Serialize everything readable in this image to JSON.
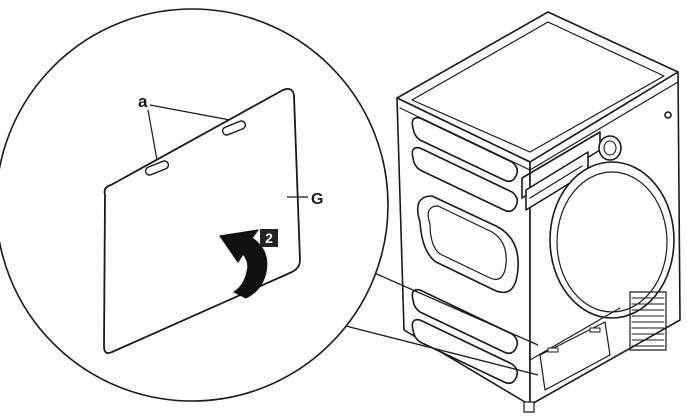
{
  "labels": {
    "clip": "a",
    "cover": "G",
    "step": "2"
  },
  "colors": {
    "line": "#1a1a1a",
    "background": "#ffffff",
    "badge": "#222222",
    "badge_text": "#ffffff"
  }
}
